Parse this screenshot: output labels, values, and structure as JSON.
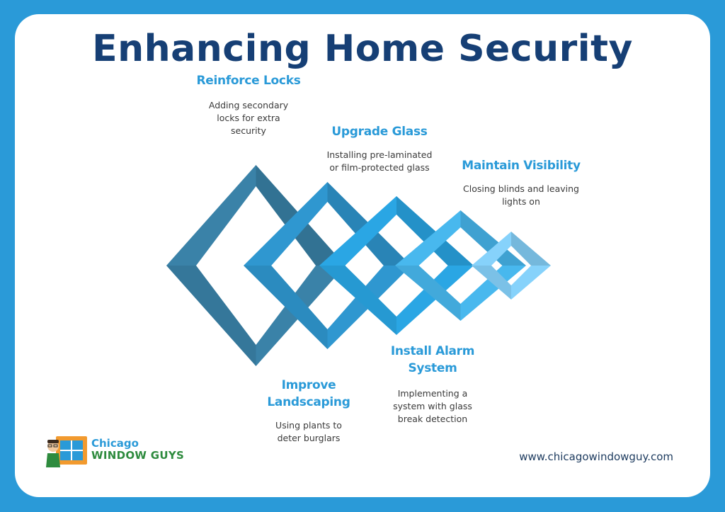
{
  "title": "Enhancing Home Security",
  "steps": [
    {
      "label": "Reinforce Locks",
      "desc": "Adding secondary\nlocks for extra\nsecurity"
    },
    {
      "label": "Improve\nLandscaping",
      "desc": "Using plants to\ndeter burglars"
    },
    {
      "label": "Upgrade Glass",
      "desc": "Installing pre-laminated\nor film-protected glass"
    },
    {
      "label": "Install Alarm\nSystem",
      "desc": "Implementing a\nsystem with glass\nbreak detection"
    },
    {
      "label": "Maintain Visibility",
      "desc": "Closing blinds and leaving\nlights on"
    }
  ],
  "logo": {
    "line1": "Chicago",
    "line2": "WINDOW GUYS"
  },
  "website": "www.chicagowindowguy.com",
  "colors": {
    "background": "#2a9ad8",
    "title": "#163f75",
    "label": "#2a9ad8",
    "shapes": [
      "#3a82a8",
      "#2f97d0",
      "#2aa6e4",
      "#48b8ee",
      "#86d2fb"
    ]
  }
}
